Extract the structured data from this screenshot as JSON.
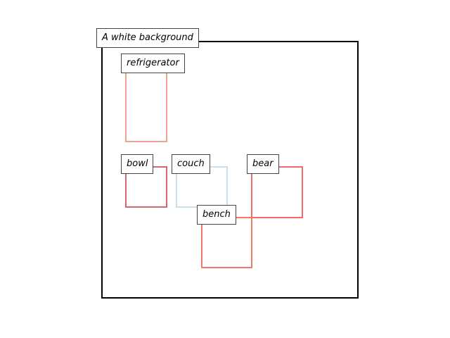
{
  "scene": {
    "caption": "A white background",
    "objects": [
      {
        "id": "refrigerator",
        "label": "refrigerator",
        "color": "#f4a090"
      },
      {
        "id": "bowl",
        "label": "bowl",
        "color": "#d9646e"
      },
      {
        "id": "couch",
        "label": "couch",
        "color": "#c8e0f0"
      },
      {
        "id": "bear",
        "label": "bear",
        "color": "#ef6a6a"
      },
      {
        "id": "bench",
        "label": "bench",
        "color": "#f07a6e"
      }
    ]
  }
}
